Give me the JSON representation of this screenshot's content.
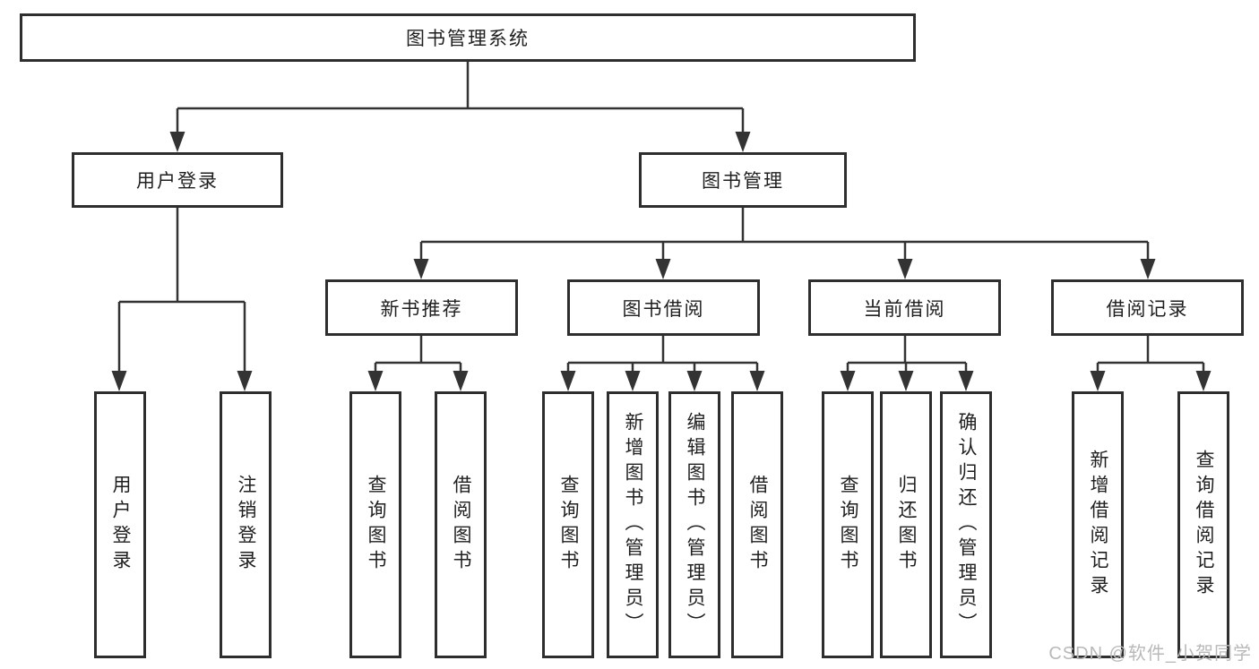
{
  "diagram": {
    "root": {
      "label": "图书管理系统"
    },
    "level2": [
      {
        "label": "用户登录"
      },
      {
        "label": "图书管理"
      }
    ],
    "level3": [
      {
        "label": "新书推荐"
      },
      {
        "label": "图书借阅"
      },
      {
        "label": "当前借阅"
      },
      {
        "label": "借阅记录"
      }
    ],
    "leaves": {
      "user_login": [
        {
          "label": "用户登录"
        },
        {
          "label": "注销登录"
        }
      ],
      "new_book": [
        {
          "label": "查询图书"
        },
        {
          "label": "借阅图书"
        }
      ],
      "book_borrow": [
        {
          "label": "查询图书"
        },
        {
          "label": "新增图书（管理员）"
        },
        {
          "label": "编辑图书（管理员）"
        },
        {
          "label": "借阅图书"
        }
      ],
      "current_borrow": [
        {
          "label": "查询图书"
        },
        {
          "label": "归还图书"
        },
        {
          "label": "确认归还（管理员）"
        }
      ],
      "borrow_records": [
        {
          "label": "新增借阅记录"
        },
        {
          "label": "查询借阅记录"
        }
      ]
    },
    "watermark": "CSDN @软件_小贺同学",
    "colors": {
      "line": "#333333",
      "border": "#2e2e2e",
      "fill": "#ffffff",
      "text": "#1f1f1f",
      "watermark": "#b9b9b9"
    }
  }
}
